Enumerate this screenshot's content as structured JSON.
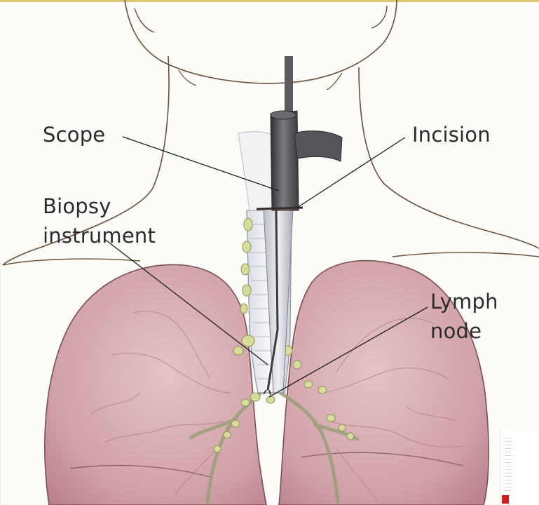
{
  "diagram": {
    "labels": {
      "scope": "Scope",
      "incision": "Incision",
      "biopsy_line1": "Biopsy",
      "biopsy_line2": "instrument",
      "lymph_line1": "Lymph",
      "lymph_line2": "node"
    },
    "colors": {
      "lung_fill": "#d6aab0",
      "lung_stroke": "#7a4f52",
      "body_outline": "#6b4e3a",
      "scope_dark": "#4a4a4e",
      "lymph_node": "#d8dc9a",
      "marker": "#cc1f1f"
    }
  }
}
